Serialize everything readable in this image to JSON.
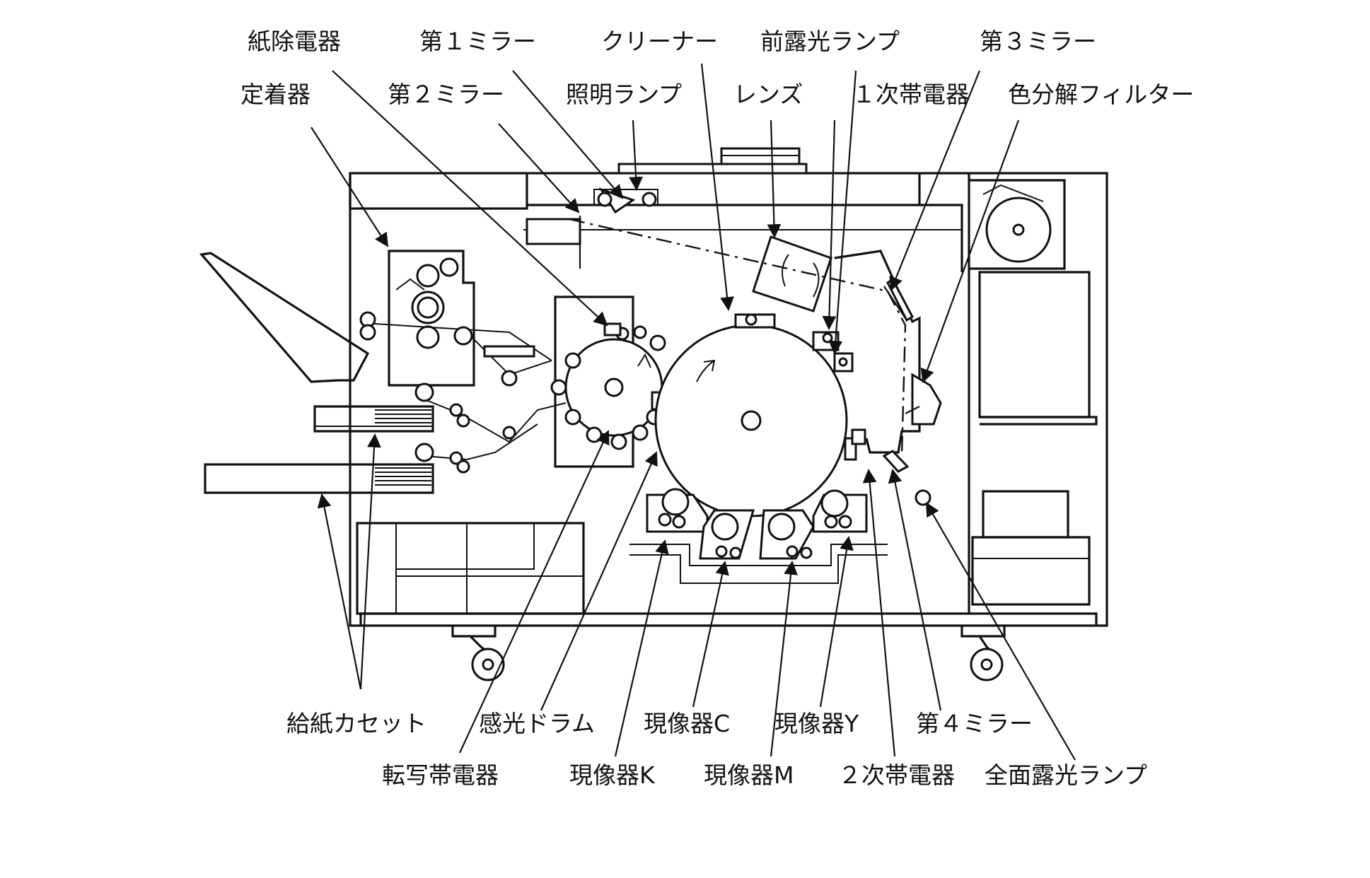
{
  "labels": {
    "paper_discharger": "紙除電器",
    "mirror_1": "第１ミラー",
    "cleaner": "クリーナー",
    "pre_exposure_lamp": "前露光ランプ",
    "mirror_3": "第３ミラー",
    "fuser": "定着器",
    "mirror_2": "第２ミラー",
    "illumination_lamp": "照明ランプ",
    "lens": "レンズ",
    "primary_charger": "１次帯電器",
    "color_filter": "色分解フィルター",
    "paper_cassette": "給紙カセット",
    "photo_drum": "感光ドラム",
    "developer_c": "現像器C",
    "developer_y": "現像器Y",
    "mirror_4": "第４ミラー",
    "transfer_charger": "転写帯電器",
    "developer_k": "現像器K",
    "developer_m": "現像器M",
    "secondary_charger": "２次帯電器",
    "full_exposure_lamp": "全面露光ランプ"
  }
}
